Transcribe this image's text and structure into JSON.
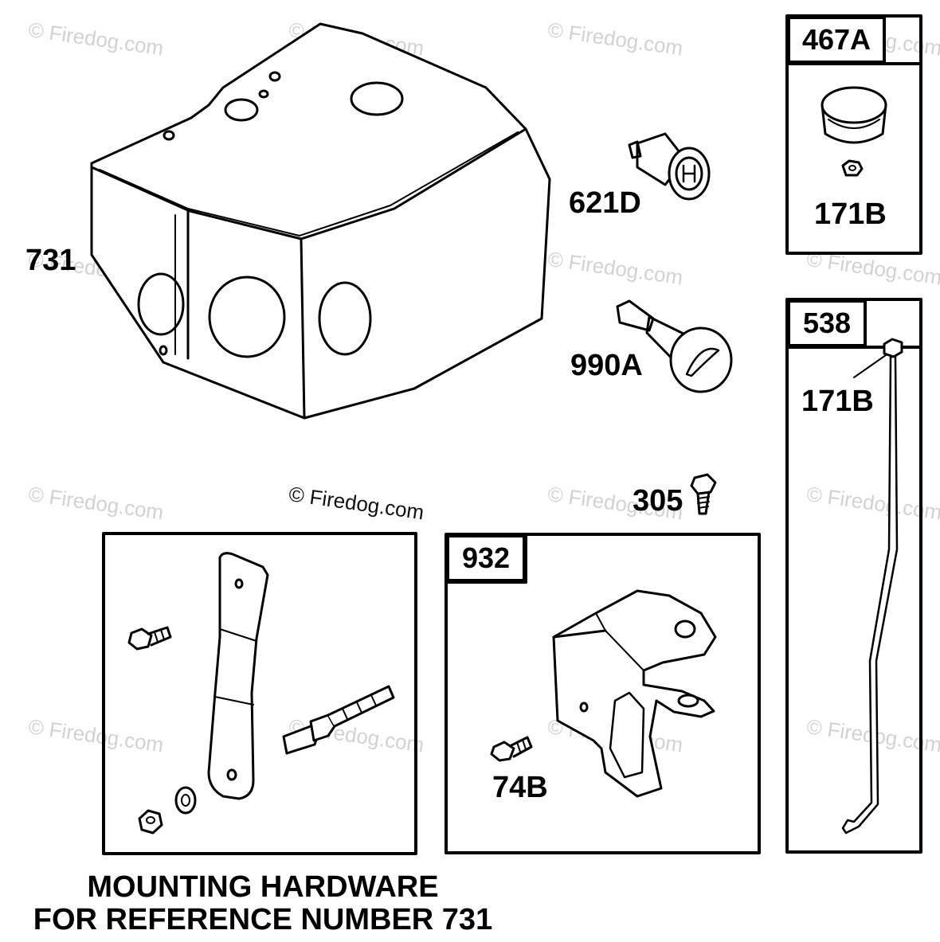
{
  "watermark": "© Firedog.com",
  "labels": {
    "cover": "731",
    "plug_621": "621D",
    "plug_990": "990A",
    "bolt_305": "305",
    "box_467": "467A",
    "nut_171_box": "171B",
    "box_538": "538",
    "nut_171_rod": "171B",
    "box_932": "932",
    "bolt_74": "74B"
  },
  "caption": {
    "line1": "MOUNTING HARDWARE",
    "line2": "FOR REFERENCE NUMBER 731"
  },
  "colors": {
    "ink": "#000000",
    "paper": "#ffffff",
    "watermark": "#d2d2d2"
  }
}
